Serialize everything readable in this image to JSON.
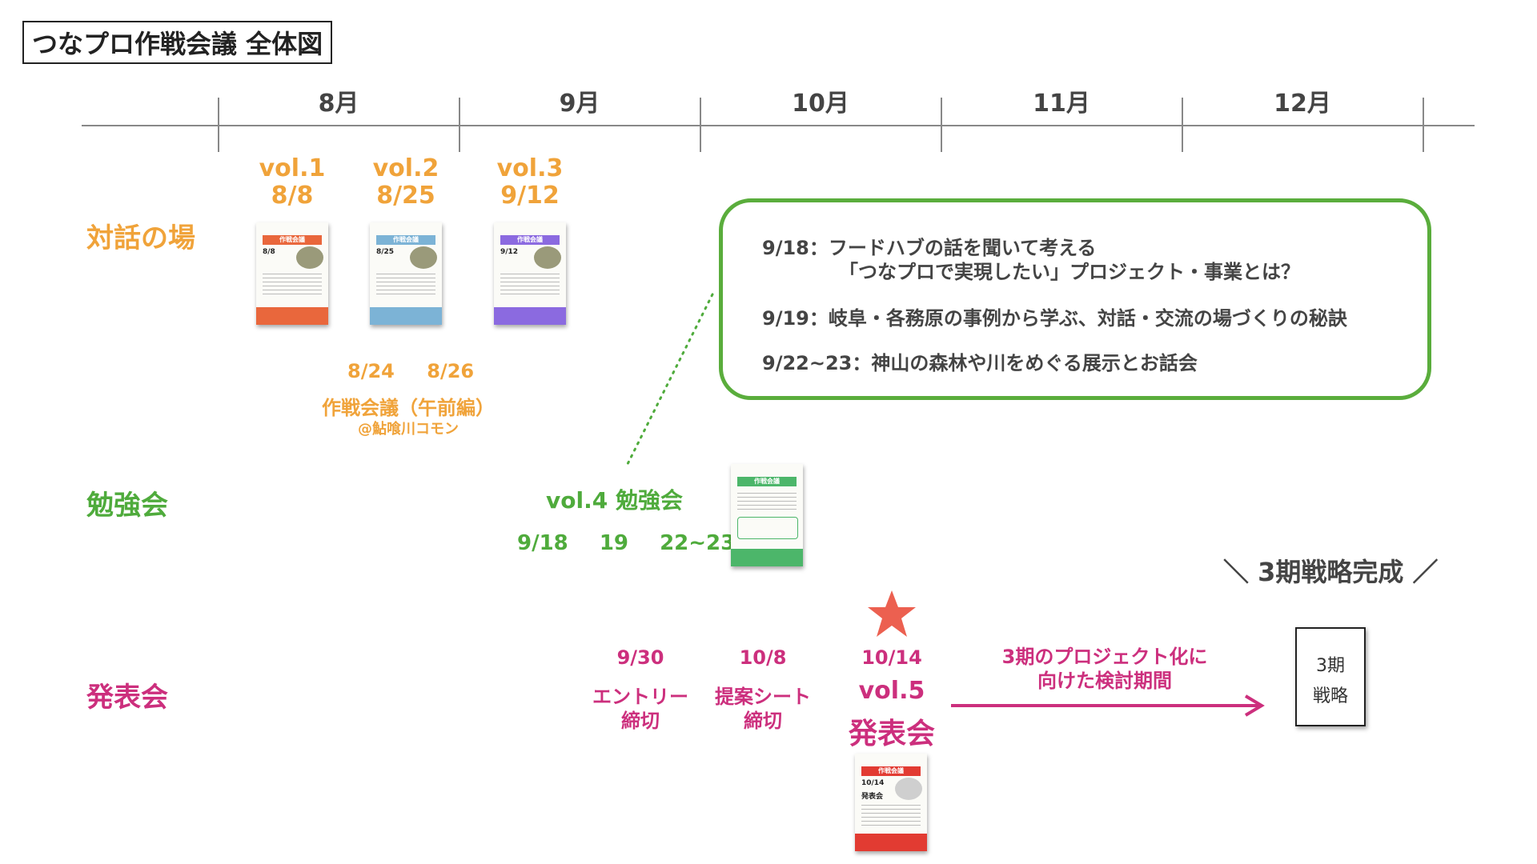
{
  "title": "つなプロ作戦会議 全体図",
  "timeline": {
    "months": [
      "8月",
      "9月",
      "10月",
      "11月",
      "12月"
    ]
  },
  "rows": {
    "dialogue": "対話の場",
    "study": "勉強会",
    "presentation": "発表会"
  },
  "dialogue_sessions": [
    {
      "vol": "vol.1",
      "date": "8/8",
      "poster_date": "8/8",
      "poster_title": "作戦会議"
    },
    {
      "vol": "vol.2",
      "date": "8/25",
      "poster_date": "8/25",
      "poster_title": "作戦会議"
    },
    {
      "vol": "vol.3",
      "date": "9/12",
      "poster_date": "9/12",
      "poster_title": "作戦会議"
    }
  ],
  "morning_session": {
    "dates": [
      "8/24",
      "8/26"
    ],
    "name": "作戦会議（午前編）",
    "venue": "@鮎喰川コモン"
  },
  "study_session": {
    "title": "vol.4 勉強会",
    "dates": [
      "9/18",
      "19",
      "22~23"
    ],
    "poster_title": "作戦会議"
  },
  "study_details": [
    "9/18：フードハブの話を聞いて考える",
    "「つなプロで実現したい」プロジェクト・事業とは？",
    "9/19：岐阜・各務原の事例から学ぶ、対話・交流の場づくりの秘訣",
    "9/22~23：神山の森林や川をめぐる展示とお話会"
  ],
  "presentation": {
    "milestones": [
      {
        "date": "9/30",
        "label": [
          "エントリー",
          "締切"
        ]
      },
      {
        "date": "10/8",
        "label": [
          "提案シート",
          "締切"
        ]
      }
    ],
    "event": {
      "date": "10/14",
      "vol": "vol.5",
      "name": "発表会",
      "poster_date": "10/14",
      "poster_title": "作戦会議",
      "poster_name": "発表会"
    },
    "review_period": [
      "3期のプロジェクト化に",
      "向けた検討期間"
    ],
    "strategy_box": [
      "3期",
      "戦略"
    ],
    "completion": "＼ 3期戦略完成 ／"
  },
  "colors": {
    "orange": "#f0a33a",
    "green": "#4fab3c",
    "pink": "#cc2f7d",
    "star": "#ec6050",
    "poster_orange": "#e9673c",
    "poster_blue": "#7cb3d6",
    "poster_purple": "#8b6ae0",
    "poster_green": "#4cb66a",
    "poster_red": "#e23b32"
  }
}
